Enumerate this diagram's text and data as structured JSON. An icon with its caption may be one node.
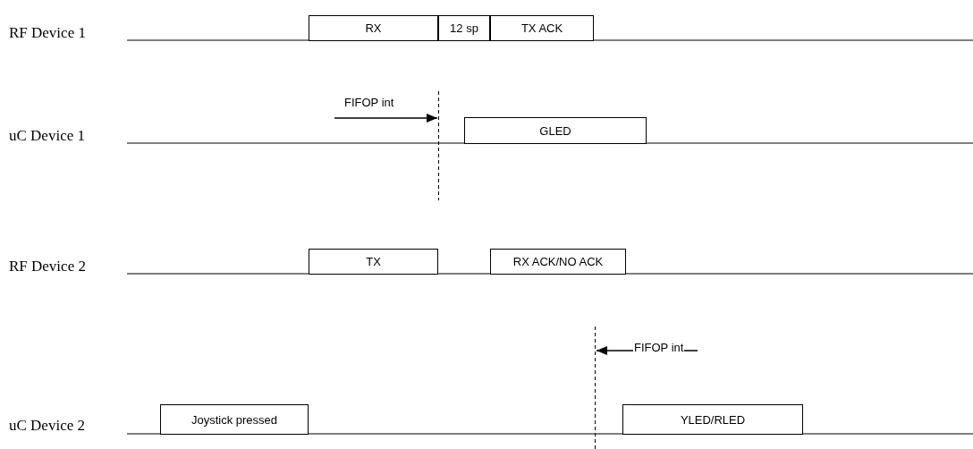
{
  "diagram": {
    "nodes": [
      {
        "text": [
          "RX"
        ]
      },
      {
        "text": [
          "12 sp"
        ]
      },
      {
        "text": [
          "TX ACK"
        ]
      },
      {
        "text": [],
        "shape": "line"
      },
      {
        "text": [
          "GLED"
        ]
      },
      {
        "text": [
          "TX"
        ]
      },
      {
        "text": [
          "RX ACK/NO ACK"
        ]
      },
      {
        "text": [],
        "shape": "line"
      },
      {
        "text": [
          "Joystick pressed"
        ]
      },
      {
        "text": [
          "YLED/RLED"
        ]
      }
    ],
    "edges": [
      {
        "from": null,
        "to": 3,
        "arrow": "to",
        "label": "FIFOP int"
      },
      {
        "from": null,
        "to": 7,
        "arrow": "to",
        "label": "FIFOP int"
      }
    ],
    "labels": [
      "RF Device 1",
      "uC Device 1",
      "RF Device 2",
      "uC Device 2"
    ]
  }
}
